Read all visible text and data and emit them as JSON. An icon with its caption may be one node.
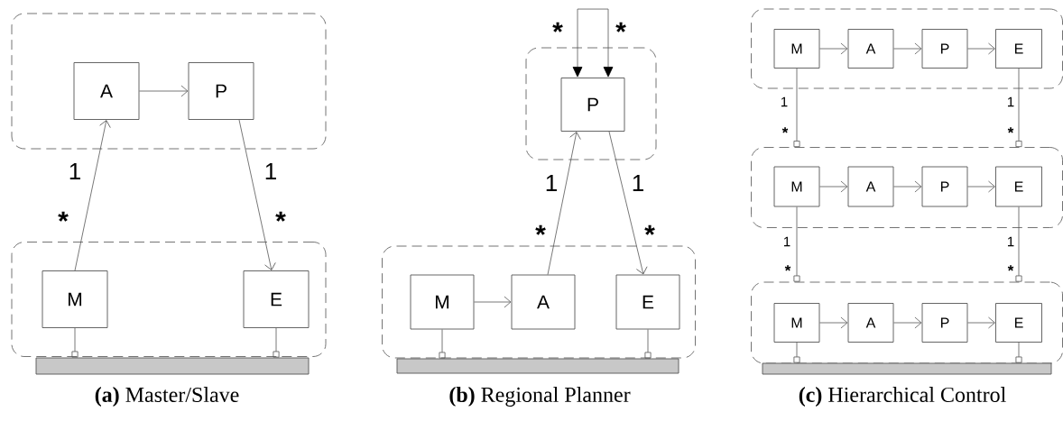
{
  "diagram": {
    "nodes": [
      {
        "text": [],
        "shape": "box"
      },
      {
        "text": [
          "A"
        ],
        "in": 0
      },
      {
        "text": [
          "P"
        ],
        "in": 0
      },
      {
        "text": [],
        "shape": "box"
      },
      {
        "text": [
          "M"
        ],
        "in": 3
      },
      {
        "text": [
          "E"
        ],
        "in": 3
      },
      {
        "text": [],
        "shape": "bar"
      },
      {
        "text": [],
        "shape": "box"
      },
      {
        "text": [
          "P"
        ],
        "in": 7
      },
      {
        "text": [],
        "shape": "box"
      },
      {
        "text": [
          "M"
        ],
        "in": 9
      },
      {
        "text": [
          "A"
        ],
        "in": 9
      },
      {
        "text": [
          "E"
        ],
        "in": 9
      },
      {
        "text": [],
        "shape": "bar"
      },
      {
        "text": [],
        "shape": "box"
      },
      {
        "text": [
          "M"
        ],
        "in": 14
      },
      {
        "text": [
          "A"
        ],
        "in": 14
      },
      {
        "text": [
          "P"
        ],
        "in": 14
      },
      {
        "text": [
          "E"
        ],
        "in": 14
      },
      {
        "text": [],
        "shape": "box"
      },
      {
        "text": [
          "M"
        ],
        "in": 19
      },
      {
        "text": [
          "A"
        ],
        "in": 19
      },
      {
        "text": [
          "P"
        ],
        "in": 19
      },
      {
        "text": [
          "E"
        ],
        "in": 19
      },
      {
        "text": [],
        "shape": "box"
      },
      {
        "text": [
          "M"
        ],
        "in": 24
      },
      {
        "text": [
          "A"
        ],
        "in": 24
      },
      {
        "text": [
          "P"
        ],
        "in": 24
      },
      {
        "text": [
          "E"
        ],
        "in": 24
      },
      {
        "text": [],
        "shape": "bar"
      }
    ],
    "edges": [
      {
        "from": 1,
        "to": 2,
        "arrow": "to"
      },
      {
        "from": 4,
        "to": 1,
        "arrow": "to"
      },
      {
        "from": 2,
        "to": 5,
        "arrow": "to"
      },
      {
        "from": 4,
        "to": 6,
        "arrow": "other"
      },
      {
        "from": 5,
        "to": 6,
        "arrow": "other"
      },
      {
        "from": 8,
        "to": 8,
        "arrow": "both"
      },
      {
        "from": 10,
        "to": 11,
        "arrow": "to"
      },
      {
        "from": 11,
        "to": 8,
        "arrow": "to"
      },
      {
        "from": 8,
        "to": 12,
        "arrow": "to"
      },
      {
        "from": 10,
        "to": 13,
        "arrow": "other"
      },
      {
        "from": 12,
        "to": 13,
        "arrow": "other"
      },
      {
        "from": 15,
        "to": 16,
        "arrow": "to"
      },
      {
        "from": 16,
        "to": 17,
        "arrow": "to"
      },
      {
        "from": 17,
        "to": 18,
        "arrow": "to"
      },
      {
        "from": 20,
        "to": 21,
        "arrow": "to"
      },
      {
        "from": 21,
        "to": 22,
        "arrow": "to"
      },
      {
        "from": 22,
        "to": 23,
        "arrow": "to"
      },
      {
        "from": 25,
        "to": 26,
        "arrow": "to"
      },
      {
        "from": 26,
        "to": 27,
        "arrow": "to"
      },
      {
        "from": 27,
        "to": 28,
        "arrow": "to"
      },
      {
        "from": 15,
        "to": 19,
        "arrow": "other"
      },
      {
        "from": 18,
        "to": 19,
        "arrow": "other"
      },
      {
        "from": 20,
        "to": 24,
        "arrow": "other"
      },
      {
        "from": 23,
        "to": 24,
        "arrow": "other"
      },
      {
        "from": 25,
        "to": 29,
        "arrow": "other"
      },
      {
        "from": 28,
        "to": 29,
        "arrow": "other"
      }
    ],
    "labels": [
      "1",
      "*",
      "1",
      "*",
      "*",
      "*",
      "1",
      "*",
      "1",
      "*",
      "1",
      "*",
      "1",
      "*",
      "1",
      "*",
      "1",
      "*",
      "**(a)** Master/Slave",
      "**(b)** Regional Planner",
      "**(c)** Hierarchical Control"
    ]
  }
}
